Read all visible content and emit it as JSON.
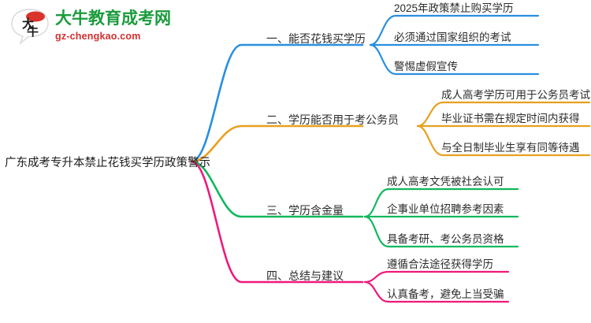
{
  "logo": {
    "mark_name": "daniu-speech-bubble-logo",
    "title": "大牛教育成考网",
    "domain": "gz-chengkao.com",
    "title_color": "#1a9b3c",
    "domain_color": "#d32f2f"
  },
  "mindmap": {
    "root": {
      "label": "广东成考专升本禁止花钱买学历政策警示"
    },
    "branches": [
      {
        "label": "一、能否花钱买学历",
        "color": "#2a8fe0",
        "children": [
          {
            "label": "2025年政策禁止购买学历"
          },
          {
            "label": "必须通过国家组织的考试"
          },
          {
            "label": "警惕虚假宣传"
          }
        ]
      },
      {
        "label": "二、学历能否用于考公务员",
        "color": "#e8a01e",
        "children": [
          {
            "label": "成人高考学历可用于公务员考试"
          },
          {
            "label": "毕业证书需在规定时间内获得"
          },
          {
            "label": "与全日制毕业生享有同等待遇"
          }
        ]
      },
      {
        "label": "三、学历含金量",
        "color": "#11b85e",
        "children": [
          {
            "label": "成人高考文凭被社会认可"
          },
          {
            "label": "企事业单位招聘参考因素"
          },
          {
            "label": "具备考研、考公务员资格"
          }
        ]
      },
      {
        "label": "四、总结与建议",
        "color": "#f0197a",
        "children": [
          {
            "label": "遵循合法途径获得学历"
          },
          {
            "label": "认真备考，避免上当受骗"
          }
        ]
      }
    ]
  }
}
